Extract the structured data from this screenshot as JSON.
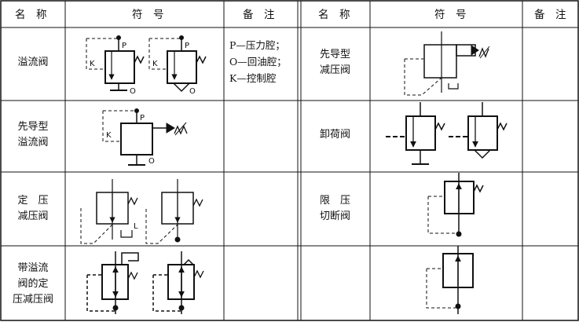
{
  "headers": {
    "left": {
      "name": "名　称",
      "symbol": "符　号",
      "note": "备　注"
    },
    "right": {
      "name": "名　称",
      "symbol": "符　号",
      "note": "备　注"
    }
  },
  "rows_left": [
    {
      "name_lines": [
        "溢流阀"
      ],
      "note_lines": [
        "P—压力腔；",
        "O—回油腔；",
        "K—控制腔"
      ]
    },
    {
      "name_lines": [
        "先导型",
        "溢流阀"
      ],
      "note_lines": []
    },
    {
      "name_lines": [
        "定　压",
        "减压阀"
      ],
      "note_lines": []
    },
    {
      "name_lines": [
        "带溢流",
        "阀的定",
        "压减压阀"
      ],
      "note_lines": []
    }
  ],
  "rows_right": [
    {
      "name_lines": [
        "先导型",
        "减压阀"
      ]
    },
    {
      "name_lines": [
        "卸荷阀"
      ]
    },
    {
      "name_lines": [
        "限　压",
        "切断阀"
      ]
    },
    {
      "name_lines": []
    }
  ],
  "port_labels": {
    "p": "P",
    "o": "O",
    "k": "K",
    "l": "L"
  }
}
